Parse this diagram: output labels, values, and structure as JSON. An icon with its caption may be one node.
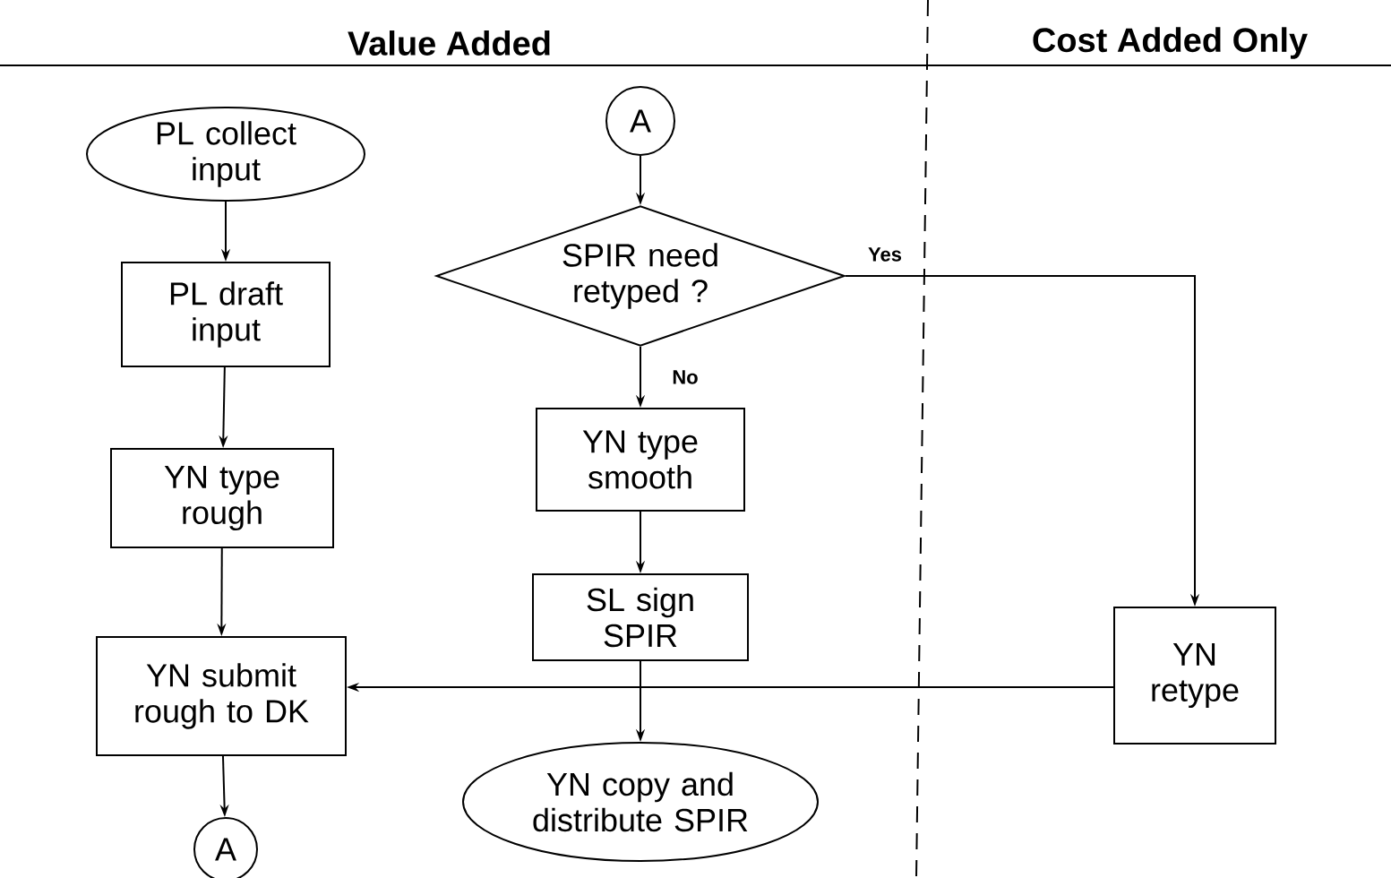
{
  "diagram": {
    "nodes": [
      {
        "text": [
          "PL collect input"
        ]
      },
      {
        "text": [
          "PL draft input"
        ]
      },
      {
        "text": [
          "YN type rough"
        ]
      },
      {
        "text": [
          "YN submit rough to DK"
        ]
      },
      {
        "text": [
          "A"
        ]
      },
      {
        "text": [
          "A"
        ]
      },
      {
        "text": [
          "SPIR need retyped ?"
        ]
      },
      {
        "text": [
          "YN type smooth"
        ]
      },
      {
        "text": [
          "SL sign SPIR"
        ]
      },
      {
        "text": [
          "YN copy and distribute SPIR"
        ]
      },
      {
        "text": [
          "YN retype"
        ]
      }
    ],
    "edges": [
      {
        "from": 0,
        "to": 1,
        "arrow": "to"
      },
      {
        "from": 1,
        "to": 2,
        "arrow": "to"
      },
      {
        "from": 2,
        "to": 3,
        "arrow": "to"
      },
      {
        "from": 3,
        "to": 4,
        "arrow": "to"
      },
      {
        "from": 5,
        "to": 6,
        "arrow": "to"
      },
      {
        "from": 6,
        "to": 7,
        "arrow": "to",
        "label": "No"
      },
      {
        "from": 7,
        "to": 8,
        "arrow": "to"
      },
      {
        "from": 8,
        "to": 9,
        "arrow": "to"
      },
      {
        "from": 6,
        "to": 10,
        "arrow": "to",
        "label": "Yes"
      },
      {
        "from": 10,
        "to": 3,
        "arrow": "to"
      }
    ],
    "labels": [
      "Value Added",
      "Cost Added Only"
    ]
  }
}
